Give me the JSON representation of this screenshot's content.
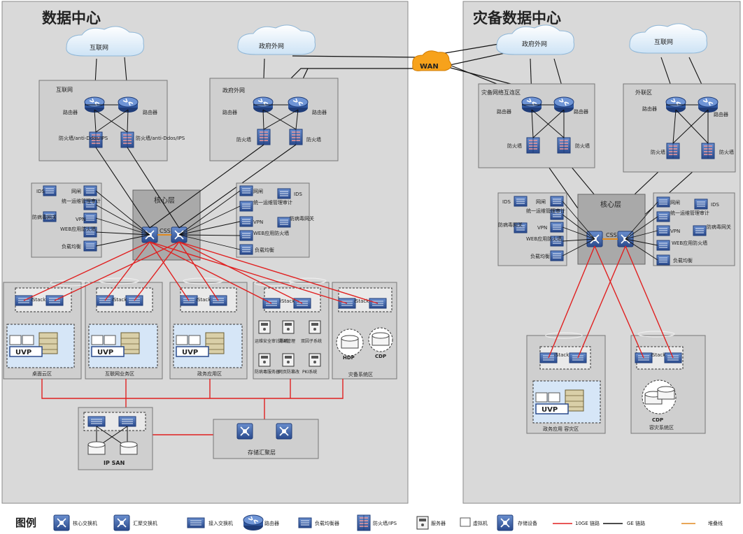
{
  "sections": {
    "dc_title": "数据中心",
    "dr_title": "灾备数据中心"
  },
  "clouds": {
    "dc_internet": "互联网",
    "dc_gov": "政府外网",
    "wan": "WAN",
    "dr_gov": "政府外网",
    "dr_internet": "互联网"
  },
  "dc": {
    "internet_zone": {
      "title": "互联网",
      "router_l": "路由器",
      "router_r": "路由器",
      "fw_l": "防火墙/anti-Ddos/IPS",
      "fw_r": "防火墙/anti-Ddos/IPS"
    },
    "gov_zone": {
      "title": "政府外网",
      "router_l": "路由器",
      "router_r": "路由器",
      "fw_l": "防火墙",
      "fw_r": "防火墙"
    },
    "core": {
      "title": "核心层",
      "css": "CSS"
    },
    "left_services": [
      "IDS",
      "网闸",
      "统一运维管理审计",
      "防病毒网关",
      "VPN",
      "WEB应用防火墙",
      "负载均衡"
    ],
    "right_services": [
      "网闸",
      "IDS",
      "统一运维管理审计",
      "VPN",
      "防病毒网关",
      "WEB应用防火墙",
      "负载均衡"
    ],
    "zones": [
      {
        "name": "桌面云区",
        "istack": "iStack",
        "uvp": "UVP"
      },
      {
        "name": "互联网业务区",
        "istack": "iStack",
        "uvp": "UVP"
      },
      {
        "name": "政务应用区",
        "istack": "iStack",
        "uvp": "UVP"
      }
    ],
    "sec_zone": {
      "istack": "iStack",
      "items": [
        "运维安全审计系统",
        "漏洞管理",
        "双因子系统",
        "防病毒服务器",
        "网页防篡改",
        "PKI系统"
      ]
    },
    "backup_zone": {
      "name": "灾备系统区",
      "istack": "iStack",
      "hdp": "HDP",
      "cdp": "CDP"
    },
    "ipsan": "IP SAN",
    "storage_agg": "存储汇聚层"
  },
  "dr": {
    "interconnect": {
      "title": "灾备网络互连区",
      "router_l": "路由器",
      "router_r": "路由器",
      "fw_l": "防火墙",
      "fw_r": "防火墙"
    },
    "external": {
      "title": "外联区",
      "router_l": "路由器",
      "router_r": "路由器",
      "fw_l": "防火墙",
      "fw_r": "防火墙"
    },
    "core": {
      "title": "核心层",
      "css": "CSS"
    },
    "left_services": [
      "IDS",
      "网闸",
      "统一运维管理审计",
      "防病毒网关",
      "VPN",
      "WEB应用防火墙",
      "负载均衡"
    ],
    "right_services": [
      "网闸",
      "IDS",
      "统一运维管理审计",
      "VPN",
      "防病毒网关",
      "WEB应用防火墙",
      "负载均衡"
    ],
    "gov_zone": {
      "name": "政务应用 容灾区",
      "istack": "iStack",
      "uvp": "UVP"
    },
    "dr_sys": {
      "name": "容灾系统区",
      "istack": "iStack",
      "cdp": "CDP"
    }
  },
  "legend": {
    "title": "图例",
    "items": [
      "核心交换机",
      "汇聚交换机",
      "接入交换机",
      "路由器",
      "负载均衡器",
      "防火墙/IPS",
      "服务器",
      "虚拟机",
      "存储设备",
      "10GE 链路",
      "GE 链路",
      "堆叠线"
    ]
  },
  "colors": {
    "red_link": "#e02020",
    "ge_link": "#111111",
    "stack_link": "#e08a20",
    "panel": "#d9d9d9",
    "zone": "#cfcfcf",
    "blue_device": "#3d63a8",
    "uvp_box": "#d6e6f7"
  }
}
